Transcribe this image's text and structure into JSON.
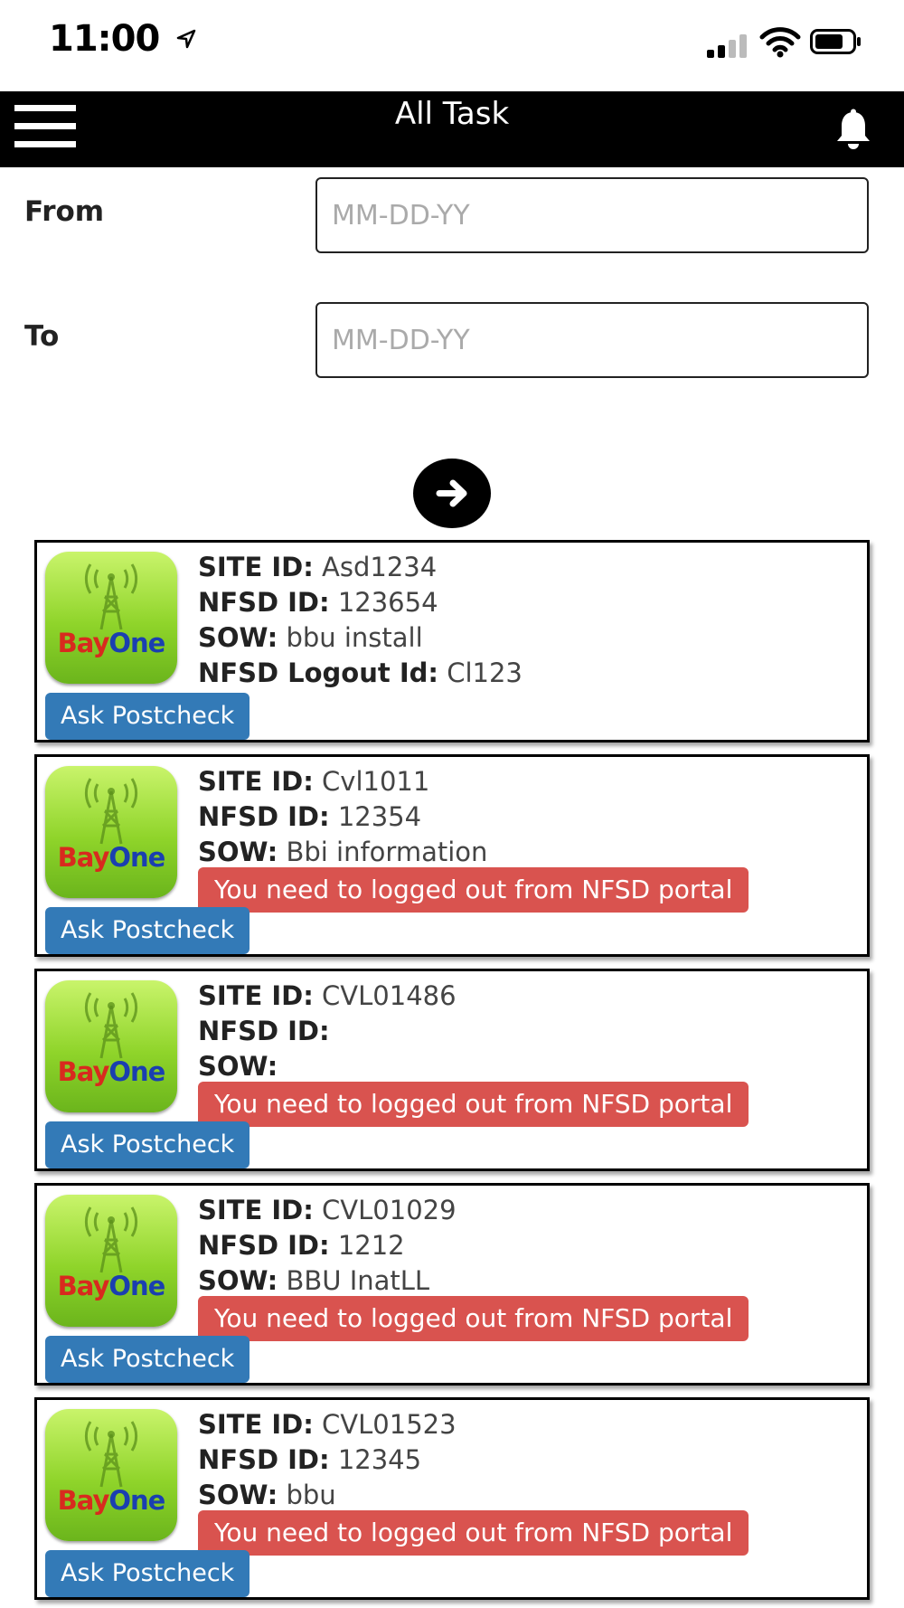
{
  "status_bar": {
    "time": "11:00"
  },
  "header": {
    "title": "All Task"
  },
  "filters": {
    "from_label": "From",
    "from_placeholder": "MM-DD-YY",
    "to_label": "To",
    "to_placeholder": "MM-DD-YY"
  },
  "labels": {
    "site_id": "SITE ID:",
    "nfsd_id": "NFSD ID:",
    "sow": "SOW:",
    "nfsd_logout_id": "NFSD Logout Id:",
    "ask_postcheck": "Ask Postcheck",
    "logout_alert": "You need to logged out from NFSD portal",
    "logo_bay": "Bay",
    "logo_one": "One"
  },
  "tasks": [
    {
      "site_id": "Asd1234",
      "nfsd_id": "123654",
      "sow": "bbu install",
      "nfsd_logout_id": "Cl123"
    },
    {
      "site_id": "Cvl1011",
      "nfsd_id": "12354",
      "sow": "Bbi information"
    },
    {
      "site_id": "CVL01486",
      "nfsd_id": "",
      "sow": ""
    },
    {
      "site_id": "CVL01029",
      "nfsd_id": "1212",
      "sow": "BBU InatLL"
    },
    {
      "site_id": "CVL01523",
      "nfsd_id": "12345",
      "sow": "bbu"
    }
  ],
  "colors": {
    "header_bg": "#000000",
    "postcheck_button": "#337ab7",
    "alert_bg": "#d9534f"
  },
  "icons": [
    "location-arrow-icon",
    "signal-icon",
    "wifi-icon",
    "battery-icon",
    "hamburger-menu-icon",
    "bell-icon",
    "arrow-right-icon",
    "bayone-logo"
  ]
}
